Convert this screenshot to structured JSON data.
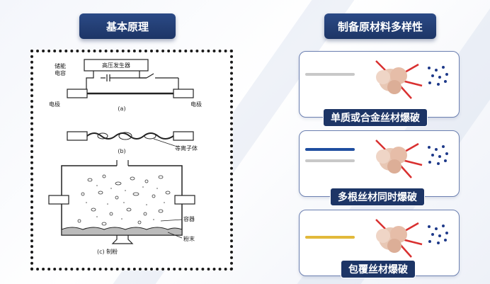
{
  "left_panel": {
    "title": "基本原理",
    "diagram": {
      "label_storage": "储能\n电容",
      "label_storage_line1": "储能",
      "label_storage_line2": "电容",
      "label_hv": "高压发生器",
      "label_electrode_left": "电极",
      "label_electrode_right": "电极",
      "label_a": "(a)",
      "label_b": "(b)",
      "label_plasma": "等离子体",
      "label_container": "容器",
      "label_powder": "粉末",
      "label_c": "(c)  制粉"
    }
  },
  "right_panel": {
    "title": "制备原材料多样性",
    "cards": [
      {
        "label": "单质或合金丝材爆破",
        "wires": [
          "#c8c8c8"
        ]
      },
      {
        "label": "多根丝材同时爆破",
        "wires": [
          "#1f4ea0",
          "#c8c8c8"
        ]
      },
      {
        "label": "包覆丝材爆破",
        "wires": [
          "#e2b93b"
        ]
      }
    ]
  }
}
